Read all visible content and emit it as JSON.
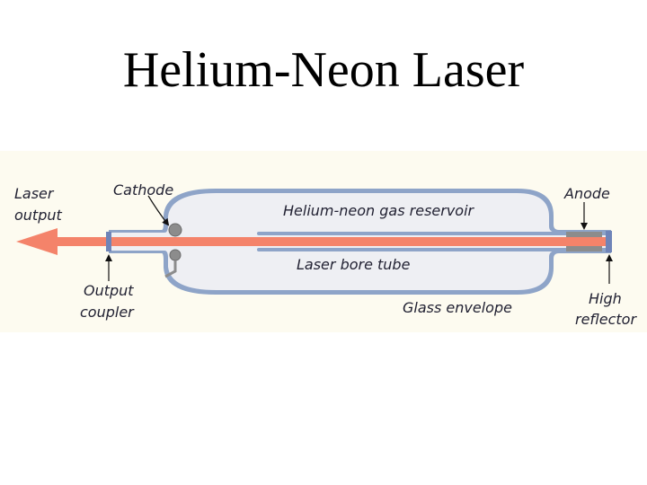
{
  "slide": {
    "title": "Helium-Neon Laser"
  },
  "diagram": {
    "labels": {
      "laser_output_line1": "Laser",
      "laser_output_line2": "output",
      "cathode": "Cathode",
      "anode": "Anode",
      "gas_reservoir": "Helium-neon gas reservoir",
      "bore_tube": "Laser bore tube",
      "glass_envelope": "Glass envelope",
      "output_coupler_line1": "Output",
      "output_coupler_line2": "coupler",
      "high_reflector_line1": "High",
      "high_reflector_line2": "reflector"
    },
    "colors": {
      "panel_background": "#fdfbf0",
      "envelope_fill": "#eeeff3",
      "envelope_border": "#8ea4c8",
      "beam": "#f4836a",
      "electrode": "#8c8c8c",
      "mirror": "#6f84b8",
      "arrow": "#111111"
    }
  }
}
